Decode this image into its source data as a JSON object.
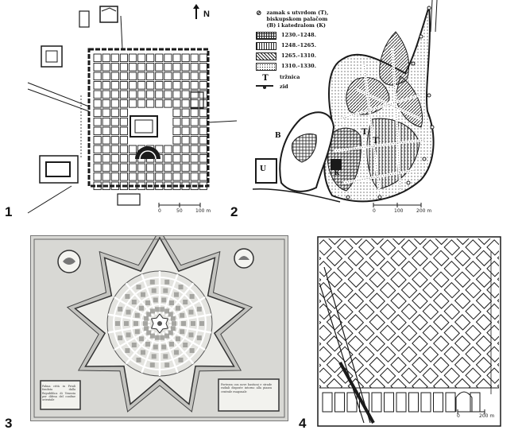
{
  "panels": [
    {
      "number": "1",
      "north_label": "N",
      "scale": {
        "ticks": [
          "0",
          "50",
          "100 m"
        ]
      }
    },
    {
      "number": "2",
      "legend": [
        {
          "pattern": "castle",
          "label": "zamak s utvrdom (T), biskupskom palačom (B) i katedralom (K)"
        },
        {
          "pattern": "grid",
          "label": "1230.–1248."
        },
        {
          "pattern": "vertical",
          "label": "1248.–1265."
        },
        {
          "pattern": "diagonal",
          "label": "1265.–1310."
        },
        {
          "pattern": "dots",
          "label": "1310.–1330."
        },
        {
          "pattern": "market",
          "label": "tržnica"
        },
        {
          "pattern": "wall",
          "label": "zid"
        }
      ],
      "map_letters": [
        "B",
        "U",
        "T",
        "T",
        "K"
      ],
      "scale": {
        "ticks": [
          "0",
          "100",
          "200 m"
        ]
      }
    },
    {
      "number": "3",
      "cartouche_left": "Palma città in Friuli fondata dalla Repubblica di Venezia per difesa del confine orientale",
      "cartouche_right": "Fortezza con nove bastioni e strade radiali disposte intorno alla piazza centrale esagonale"
    },
    {
      "number": "4",
      "scale": {
        "ticks": [
          "0",
          "200 m"
        ]
      }
    }
  ],
  "colors": {
    "ink": "#1a1a1a",
    "paper": "#ffffff",
    "engraving_bg": "#d8d8d4"
  }
}
